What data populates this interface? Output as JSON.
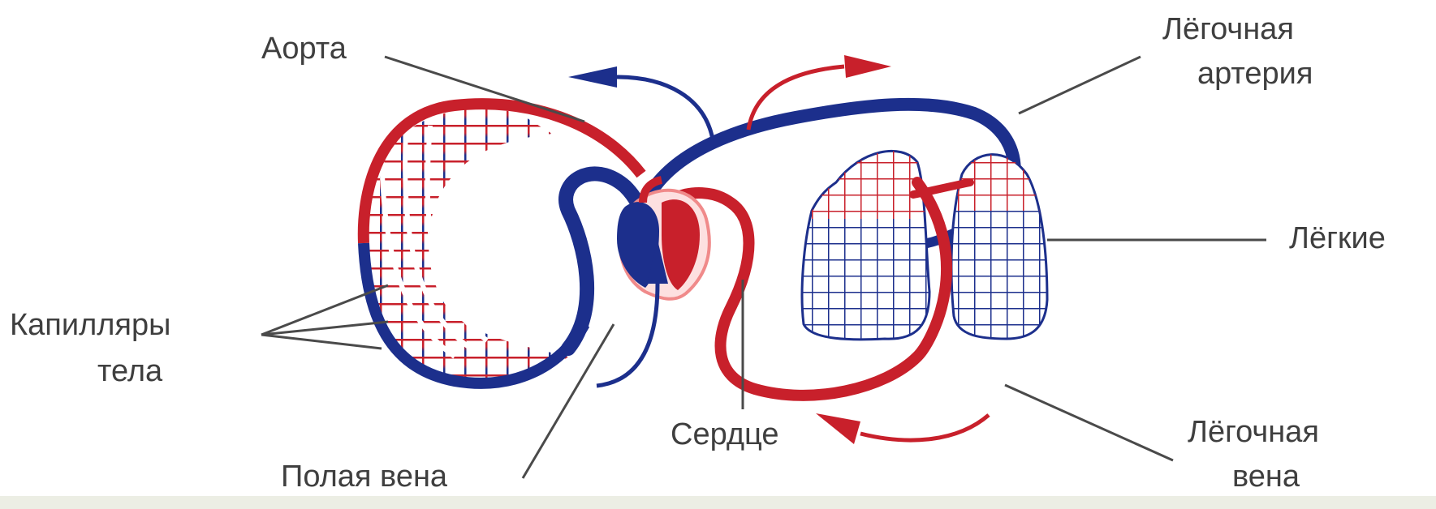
{
  "colors": {
    "oxygenated": "#c8202b",
    "deoxygenated": "#1c2f8c",
    "label_text": "#3f3f3f",
    "leader_line": "#4a4a4a",
    "heart_outline": "#f08a8a",
    "background": "#ffffff"
  },
  "labels": {
    "aorta": "Аорта",
    "pulmonary_artery_line1": "Лёгочная",
    "pulmonary_artery_line2": "артерия",
    "lungs": "Лёгкие",
    "body_capillaries_line1": "Капилляры",
    "body_capillaries_line2": "тела",
    "heart": "Сердце",
    "vena_cava": "Полая вена",
    "pulmonary_vein_line1": "Лёгочная",
    "pulmonary_vein_line2": "вена"
  }
}
